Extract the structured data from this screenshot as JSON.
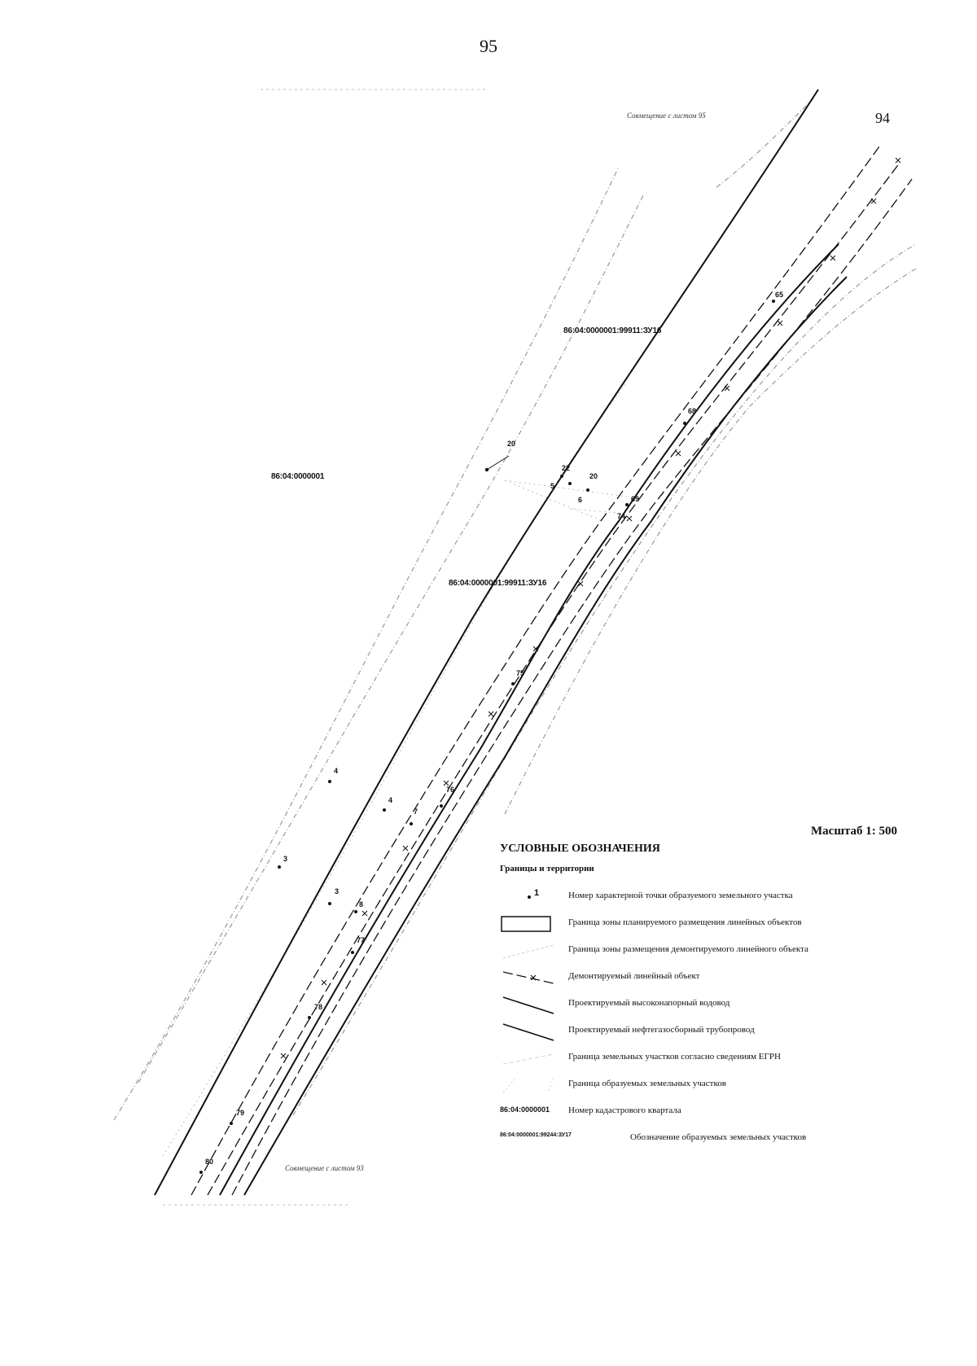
{
  "page": {
    "number": "95"
  },
  "map": {
    "sheet_number": "94",
    "sheet_note_top": "Совмещение с листом 95",
    "sheet_note_bottom": "Совмещение с листом 93",
    "block_label": "86:04:0000001",
    "parcel_labels": [
      "86:04:0000001:99911:ЗУ16",
      "86:04:0000001:99911:ЗУ16"
    ],
    "point_numbers": [
      "20",
      "22",
      "5",
      "20",
      "6",
      "69",
      "74",
      "68",
      "65",
      "75",
      "76",
      "7",
      "4",
      "4",
      "3",
      "3",
      "8",
      "77",
      "78",
      "79",
      "80"
    ]
  },
  "scale": {
    "label": "Масштаб 1: 500"
  },
  "legend": {
    "title": "УСЛОВНЫЕ ОБОЗНАЧЕНИЯ",
    "section": "Границы и территории",
    "items": [
      {
        "symbol": "point",
        "symbol_text": "1",
        "text": "Номер характерной точки образуемого земельного участка"
      },
      {
        "symbol": "rect",
        "text": "Граница зоны планируемого размещения линейных объектов"
      },
      {
        "symbol": "grey-dash",
        "text": "Граница зоны размещения демонтируемого линейного объекта"
      },
      {
        "symbol": "x-dash",
        "text": "Демонтируемый линейный объект"
      },
      {
        "symbol": "solid",
        "text": "Проектируемый высоконапорный водовод"
      },
      {
        "symbol": "solid",
        "text": "Проектируемый нефтегазосборный трубопровод"
      },
      {
        "symbol": "grey-plus",
        "text": "Граница земельных участков согласно сведениям ЕГРН"
      },
      {
        "symbol": "grey-dot",
        "text": "Граница образуемых земельных участков"
      },
      {
        "symbol": "code",
        "symbol_text": "86:04:0000001",
        "text": "Номер кадастрового квартала"
      },
      {
        "symbol": "code",
        "symbol_text": "86:04:0000001:99244:ЗУ17",
        "text": "Обозначение образуемых земельных участков"
      }
    ]
  }
}
